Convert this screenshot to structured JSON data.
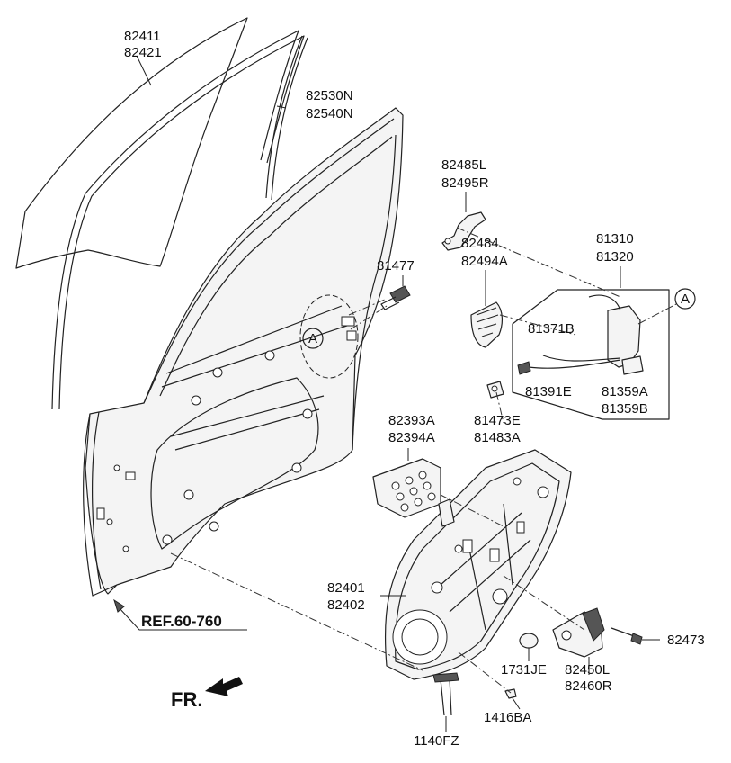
{
  "labels": {
    "glass": [
      "82411",
      "82421"
    ],
    "run_channel": [
      "82530N",
      "82540N"
    ],
    "bracket_upper": [
      "82485L",
      "82495R"
    ],
    "latch_assy": [
      "81310",
      "81320"
    ],
    "latch_cover": [
      "82484",
      "82494A"
    ],
    "bolt": "81477",
    "cable_a": "81371B",
    "cable_b": "81391E",
    "switch": [
      "81359A",
      "81359B"
    ],
    "bumper": [
      "81473E",
      "81483A"
    ],
    "pad": [
      "82393A",
      "82394A"
    ],
    "module_panel": [
      "82401",
      "82402"
    ],
    "reference": "REF.60-760",
    "front_marker": "FR.",
    "motor": [
      "82450L",
      "82460R"
    ],
    "screw_right": "82473",
    "plug": "1731JE",
    "clip": "1416BA",
    "bolt_bottom": "1140FZ",
    "detail_marker": "A"
  }
}
